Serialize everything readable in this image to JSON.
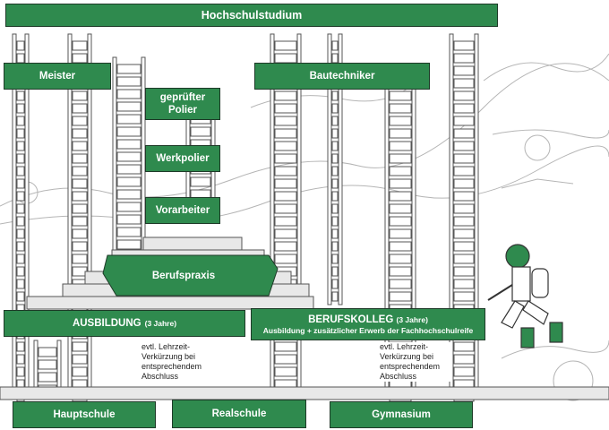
{
  "diagram": {
    "top_banner": "Hochschulstudium",
    "meister": "Meister",
    "bautechniker": "Bautechniker",
    "polier": [
      "geprüfter",
      "Polier"
    ],
    "werkpolier": "Werkpolier",
    "vorarbeiter": "Vorarbeiter",
    "berufspraxis": "Berufspraxis",
    "ausbildung": {
      "title": "AUSBILDUNG",
      "duration": "(3 Jahre)"
    },
    "berufskolleg": {
      "title": "BERUFSKOLLEG",
      "duration": "(3 Jahre)",
      "subtitle": "Ausbildung + zusätzlicher Erwerb der Fachhochschulreife"
    },
    "note_left": [
      "evtl. Lehrzeit-",
      "Verkürzung bei",
      "entsprechendem",
      "Abschluss"
    ],
    "note_right": [
      "evtl. Lehrzeit-",
      "Verkürzung bei",
      "entsprechendem",
      "Abschluss"
    ],
    "schools": [
      "Hauptschule",
      "Realschule",
      "Gymnasium"
    ]
  },
  "colors": {
    "sign_green": "#2f8a4e",
    "outline": "#1e3a28",
    "sketch": "#9a9a9a"
  }
}
